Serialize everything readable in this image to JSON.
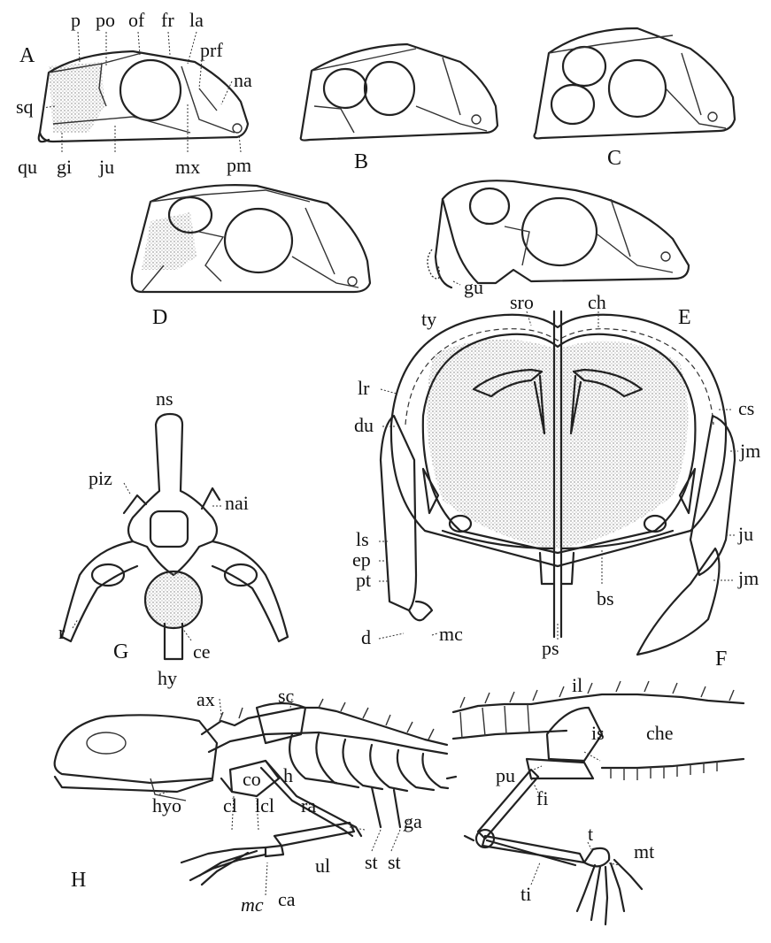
{
  "panels": {
    "A": {
      "caption": "A",
      "labels": [
        "p",
        "po",
        "of",
        "fr",
        "la",
        "prf",
        "na",
        "sq",
        "qu",
        "gi",
        "ju",
        "mx",
        "pm"
      ]
    },
    "B": {
      "caption": "B"
    },
    "C": {
      "caption": "C"
    },
    "D": {
      "caption": "D"
    },
    "E": {
      "caption": "E",
      "labels": [
        "gu",
        "ty"
      ]
    },
    "F": {
      "caption": "F",
      "labels": [
        "sro",
        "ch",
        "lr",
        "du",
        "cs",
        "jm",
        "ls",
        "ep",
        "ju",
        "pt",
        "jm",
        "bs",
        "d",
        "mc",
        "ps"
      ]
    },
    "G": {
      "caption": "G",
      "labels": [
        "ns",
        "piz",
        "nai",
        "r",
        "hy",
        "ce"
      ]
    },
    "H": {
      "caption": "H",
      "labels": [
        "il",
        "ax",
        "sc",
        "is",
        "che",
        "pu",
        "co",
        "h",
        "fi",
        "t",
        "hyo",
        "cl",
        "lcl",
        "ra",
        "ga",
        "mt",
        "ul",
        "st",
        "st",
        "ti",
        "mc",
        "ca"
      ]
    }
  }
}
